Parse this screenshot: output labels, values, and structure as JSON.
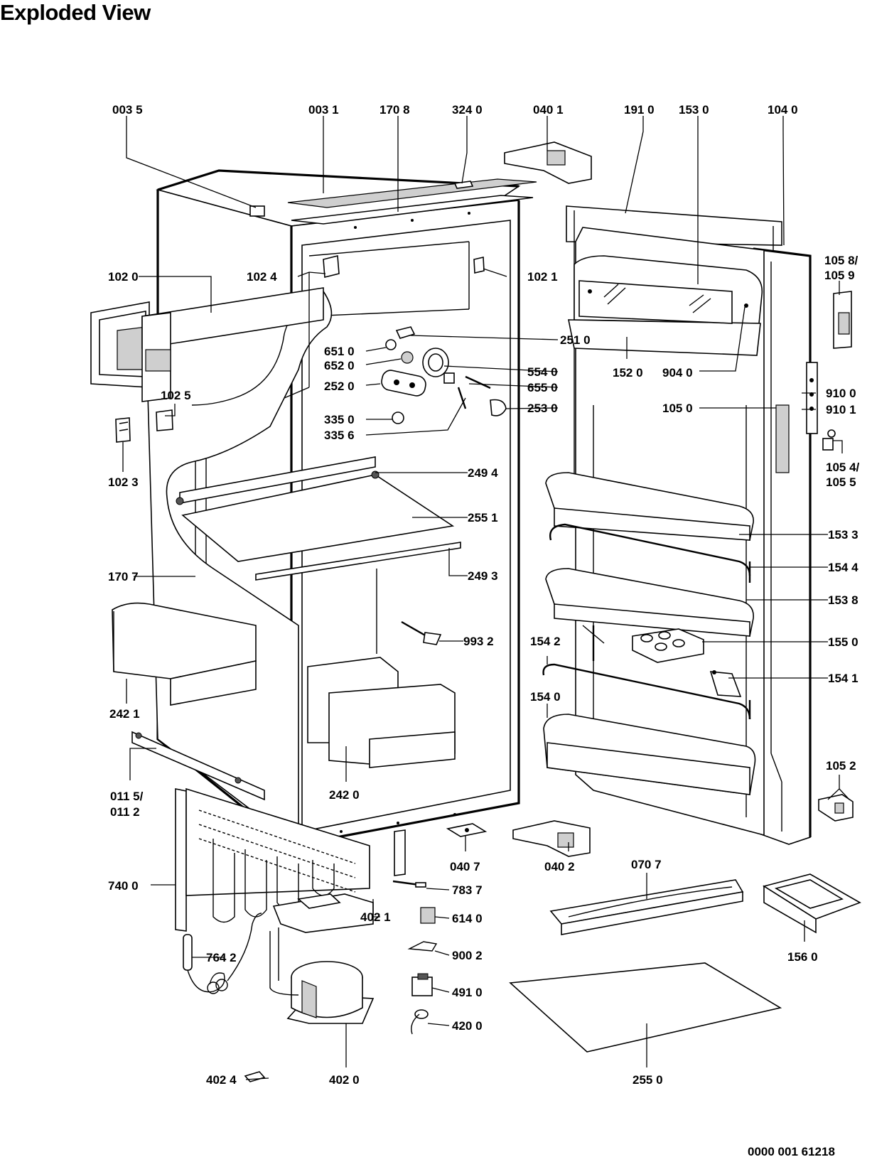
{
  "title": "Exploded View",
  "document_number": "0000 001 61218",
  "labels": {
    "003_5": "003 5",
    "003_1": "003 1",
    "170_8": "170 8",
    "324_0": "324 0",
    "040_1": "040 1",
    "191_0": "191 0",
    "153_0": "153 0",
    "104_0": "104 0",
    "105_8": "105 8/",
    "105_9": "105 9",
    "102_0": "102 0",
    "102_4": "102 4",
    "102_1": "102 1",
    "251_0": "251 0",
    "651_0": "651 0",
    "652_0": "652 0",
    "554_0": "554 0",
    "252_0": "252 0",
    "655_0": "655 0",
    "253_0": "253 0",
    "152_0": "152 0",
    "904_0": "904 0",
    "910_0": "910 0",
    "910_1": "910 1",
    "105_0": "105 0",
    "102_5": "102 5",
    "335_0": "335 0",
    "335_6": "335 6",
    "102_3": "102 3",
    "105_4": "105 4/",
    "105_5": "105 5",
    "249_4": "249 4",
    "255_1": "255 1",
    "153_3": "153 3",
    "170_7": "170 7",
    "249_3": "249 3",
    "154_4": "154 4",
    "153_8": "153 8",
    "993_2": "993 2",
    "154_2": "154 2",
    "155_0": "155 0",
    "154_1": "154 1",
    "242_1": "242 1",
    "154_0": "154 0",
    "105_2": "105 2",
    "011_5": "011 5/",
    "011_2": "011 2",
    "242_0": "242 0",
    "040_7": "040 7",
    "040_2": "040 2",
    "070_7": "070 7",
    "740_0": "740 0",
    "783_7": "783 7",
    "402_1": "402 1",
    "614_0": "614 0",
    "764_2": "764 2",
    "900_2": "900 2",
    "156_0": "156 0",
    "491_0": "491 0",
    "420_0": "420 0",
    "402_4": "402 4",
    "402_0": "402 0",
    "255_0": "255 0"
  }
}
